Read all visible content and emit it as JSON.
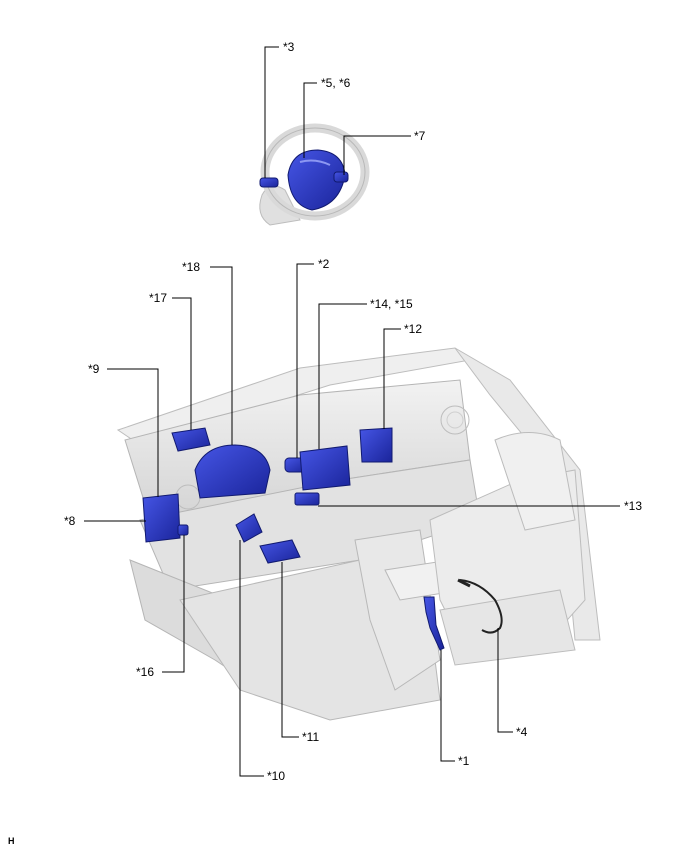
{
  "callouts": {
    "c3": "*3",
    "c5_6": "*5, *6",
    "c7": "*7",
    "c18": "*18",
    "c2": "*2",
    "c17": "*17",
    "c14_15": "*14, *15",
    "c12": "*12",
    "c9": "*9",
    "c8": "*8",
    "c13": "*13",
    "c16": "*16",
    "c11": "*11",
    "c10": "*10",
    "c1": "*1",
    "c4": "*4"
  },
  "footer_code": "H",
  "colors": {
    "component_blue": "#2a37c8",
    "component_blue_dark": "#151d7a",
    "body_gray": "#e6e6e6",
    "outline_gray": "#b8b8b8",
    "leader_line": "#000000"
  }
}
